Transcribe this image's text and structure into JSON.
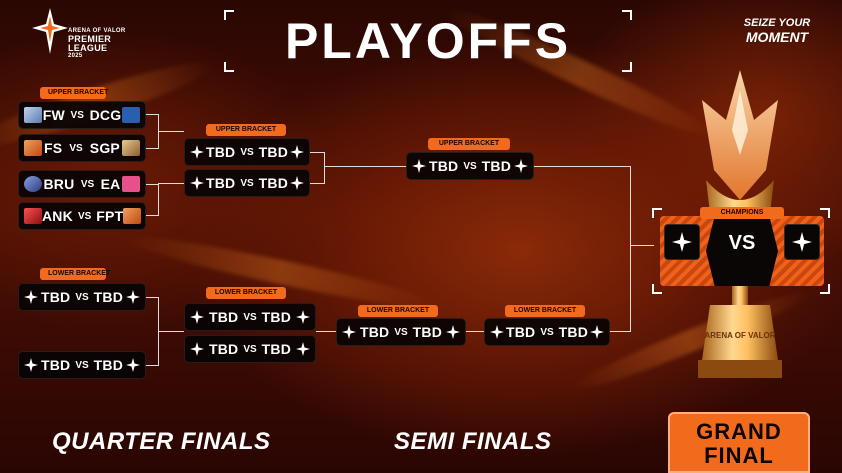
{
  "header": {
    "logo_line1": "ARENA OF VALOR",
    "logo_line2": "PREMIER",
    "logo_line3": "LEAGUE",
    "logo_line4": "2025",
    "title": "PLAYOFFS",
    "tagline_1": "SEIZE YOUR",
    "tagline_2": "MOMENT"
  },
  "labels": {
    "upper_bracket": "UPPER BRACKET",
    "lower_bracket": "LOWER BRACKET",
    "champions": "CHAMPIONS",
    "vs": "VS",
    "quarter_finals": "QUARTER FINALS",
    "semi_finals": "SEMI FINALS",
    "grand_line1": "GRAND",
    "grand_line2": "FINAL"
  },
  "qf_upper": [
    {
      "team_a": "FW",
      "team_b": "DCG",
      "color_a": "#7fa6d8",
      "color_b": "#2a5fb0"
    },
    {
      "team_a": "FS",
      "team_b": "SGP",
      "color_a": "#e8742a",
      "color_b": "#c8a060"
    },
    {
      "team_a": "BRU",
      "team_b": "EA",
      "color_a": "#5a6fb0",
      "color_b": "#e8508a"
    },
    {
      "team_a": "ANK",
      "team_b": "FPT",
      "color_a": "#d8202a",
      "color_b": "#e8742a"
    }
  ],
  "tbd": "TBD",
  "colors": {
    "accent": "#f26a1c",
    "box": "#080404"
  }
}
